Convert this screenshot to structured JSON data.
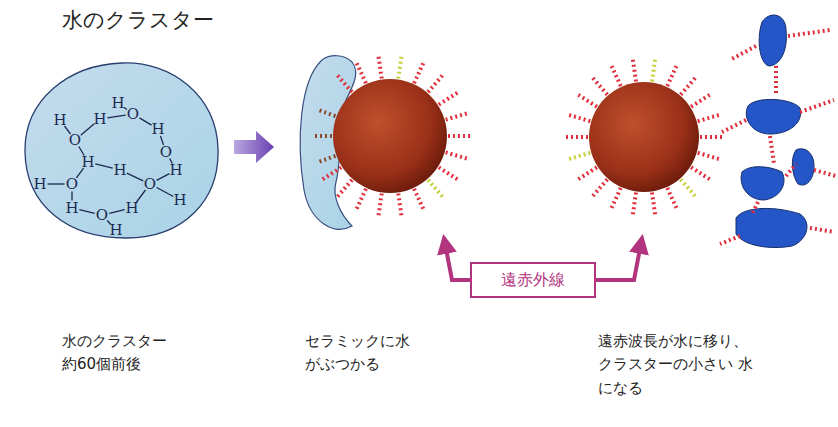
{
  "diagram": {
    "title": "水のクラスター",
    "nodes": [
      {
        "text": [
          "H",
          "H",
          "H",
          "O",
          "H",
          "O",
          "O",
          "H",
          "H",
          "H",
          "O",
          "O",
          "H",
          "H",
          "H",
          "O",
          "H",
          "H"
        ]
      },
      {
        "text": [
          "遠赤外線"
        ]
      }
    ],
    "labels": [
      "水のクラスター 約60個前後",
      "セラミックに水 がぶつかる",
      "遠赤波長が水に移り、 クラスターの小さい 水になる"
    ]
  }
}
